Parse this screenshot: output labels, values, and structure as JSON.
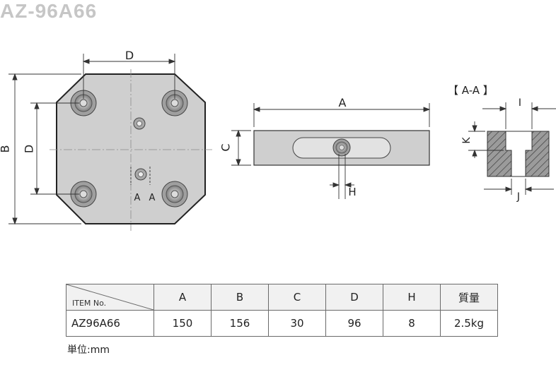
{
  "title": "AZ-96A66",
  "drawing_labels": {
    "D_top": "D",
    "B_left": "B",
    "D_left": "D",
    "A_left": "A",
    "A_right": "A",
    "A_side": "A",
    "C_side": "C",
    "H_side": "H",
    "section": "【 A-A 】",
    "I": "I",
    "K": "K",
    "J": "J"
  },
  "table": {
    "corner_label": "ITEM No.",
    "headers": [
      "A",
      "B",
      "C",
      "D",
      "H",
      "質量"
    ],
    "row": [
      "AZ96A66",
      "150",
      "156",
      "30",
      "96",
      "8",
      "2.5kg"
    ]
  },
  "unit_note": "単位:mm"
}
